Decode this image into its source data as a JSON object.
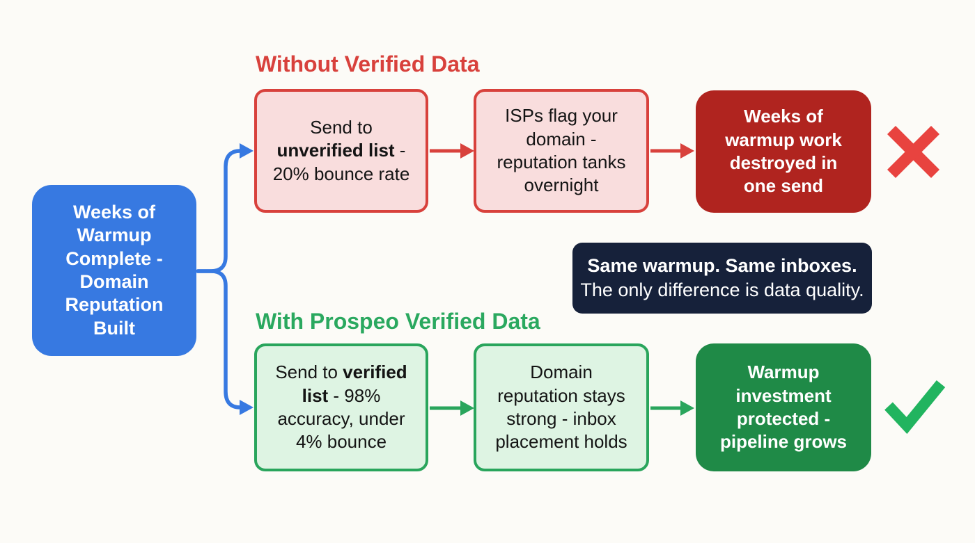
{
  "diagram": {
    "root": {
      "label": "Weeks of Warmup Complete - Domain Reputation Built"
    },
    "without": {
      "title": "Without Verified Data",
      "step1": {
        "pre": "Send to ",
        "bold": "unverified list",
        "post": " - 20% bounce rate"
      },
      "step2": "ISPs flag your domain - reputation tanks overnight",
      "outcome": "Weeks of warmup work destroyed in one send",
      "result_icon": "x-icon"
    },
    "with": {
      "title": "With Prospeo Verified Data",
      "step1": {
        "pre": "Send to ",
        "bold": "verified list",
        "post": " - 98% accuracy, under 4% bounce"
      },
      "step2": "Domain reputation stays strong - inbox placement holds",
      "outcome": "Warmup investment protected - pipeline grows",
      "result_icon": "check-icon"
    },
    "note": {
      "line1": "Same warmup. Same inboxes.",
      "line2": "The only difference is data quality."
    },
    "colors": {
      "background": "#fcfbf7",
      "blue": "#3779e1",
      "red_accent": "#d8413c",
      "red_light_fill": "#f9dddd",
      "red_dark_fill": "#b0241f",
      "navy_fill": "#16213a",
      "green_accent": "#29a55c",
      "green_light_fill": "#def4e3",
      "green_dark_fill": "#1f8a47",
      "x_mark": "#e8433f",
      "check_mark": "#21b45f",
      "text_dark": "#141414",
      "text_light": "#ffffff"
    }
  }
}
